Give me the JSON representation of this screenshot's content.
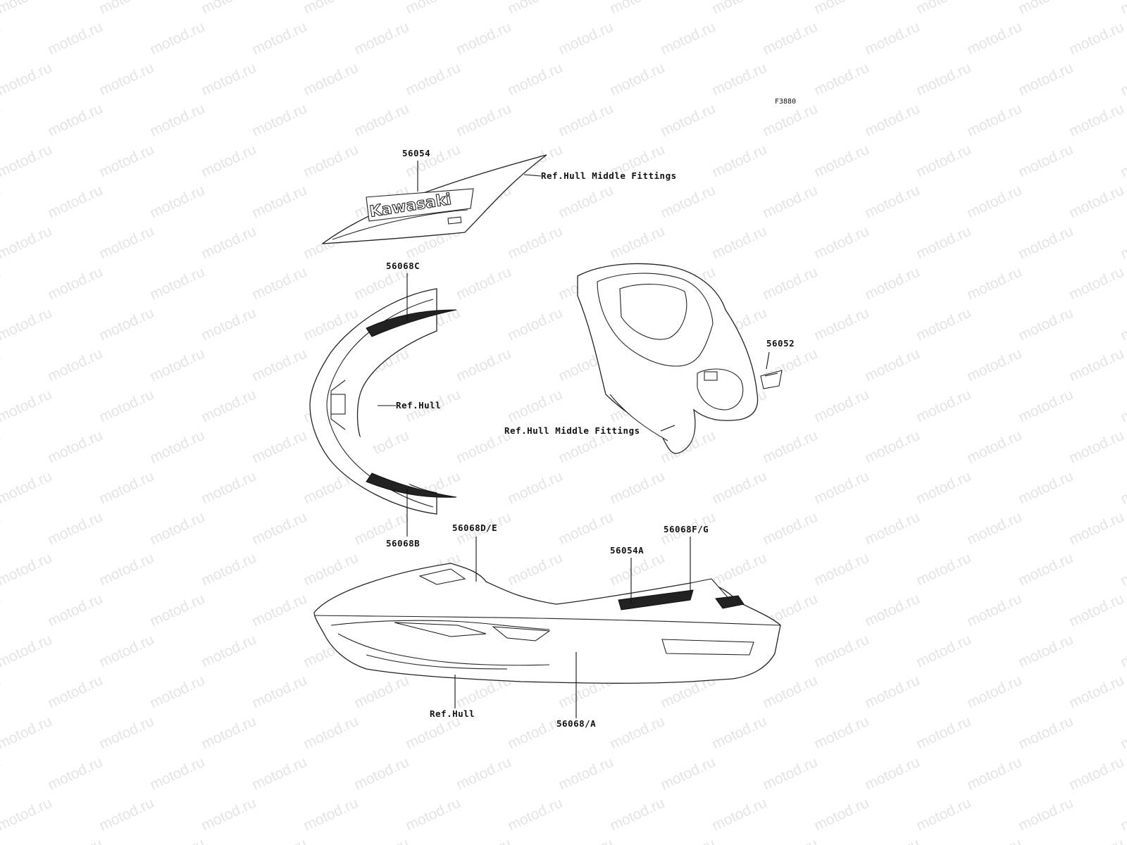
{
  "diagram": {
    "figure_code": "F3880",
    "watermark": "motod.ru",
    "labels": {
      "p56054": "56054",
      "p56054_ref": "Ref.Hull Middle Fittings",
      "p56068c": "56068C",
      "p56068b": "56068B",
      "ref_hull_front": "Ref.Hull",
      "p56052": "56052",
      "ref_hull_middle": "Ref.Hull Middle Fittings",
      "p56068de": "56068D/E",
      "p56068fg": "56068F/G",
      "p56054a": "56054A",
      "ref_hull_side": "Ref.Hull",
      "p56068a": "56068/A"
    },
    "decal_text": {
      "kawasaki": "Kawasaki"
    }
  }
}
